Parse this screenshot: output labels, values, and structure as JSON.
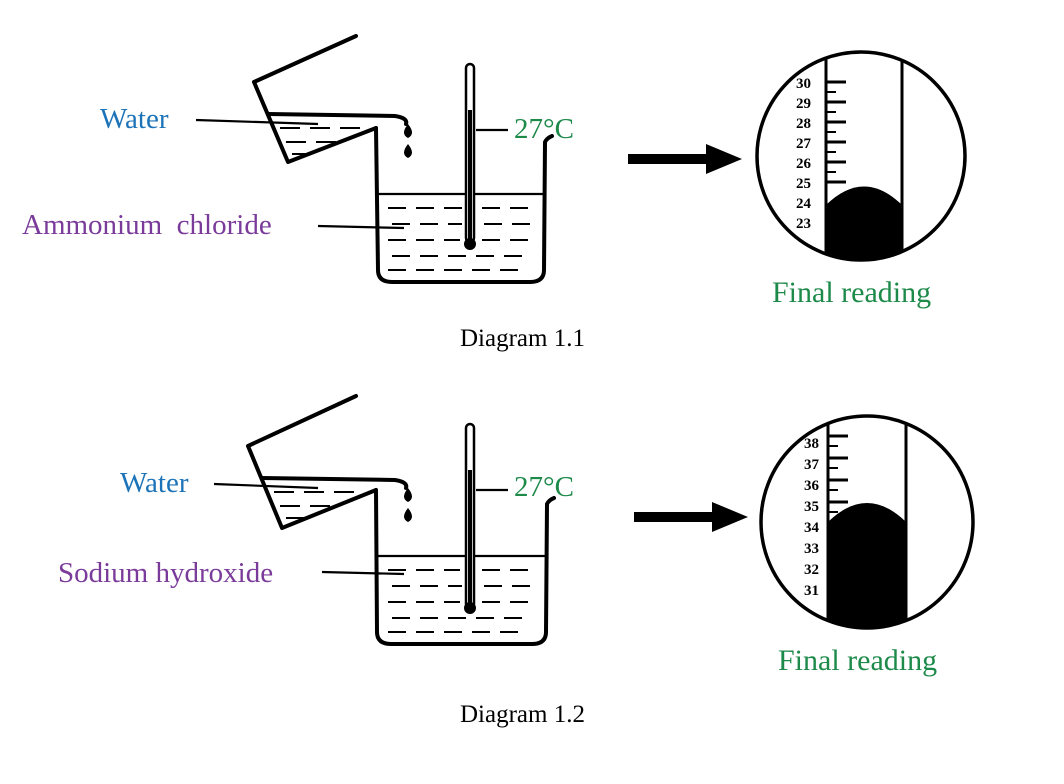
{
  "diagrams": [
    {
      "caption": "Diagram 1.1",
      "water_label": "Water",
      "substance_label": "Ammonium  chloride",
      "temperature_label": "27°C",
      "final_label": "Final reading",
      "scale_ticks": [
        "30",
        "29",
        "28",
        "27",
        "26",
        "25",
        "24",
        "23"
      ]
    },
    {
      "caption": "Diagram 1.2",
      "water_label": "Water",
      "substance_label": "Sodium hydroxide",
      "temperature_label": "27°C",
      "final_label": "Final reading",
      "scale_ticks": [
        "38",
        "37",
        "36",
        "35",
        "34",
        "33",
        "32",
        "31"
      ]
    }
  ],
  "colors": {
    "water_label": "#1c73b8",
    "substance_label": "#7a3b9a",
    "temperature_label": "#1d8a4a",
    "final_label": "#1d8a4a"
  }
}
